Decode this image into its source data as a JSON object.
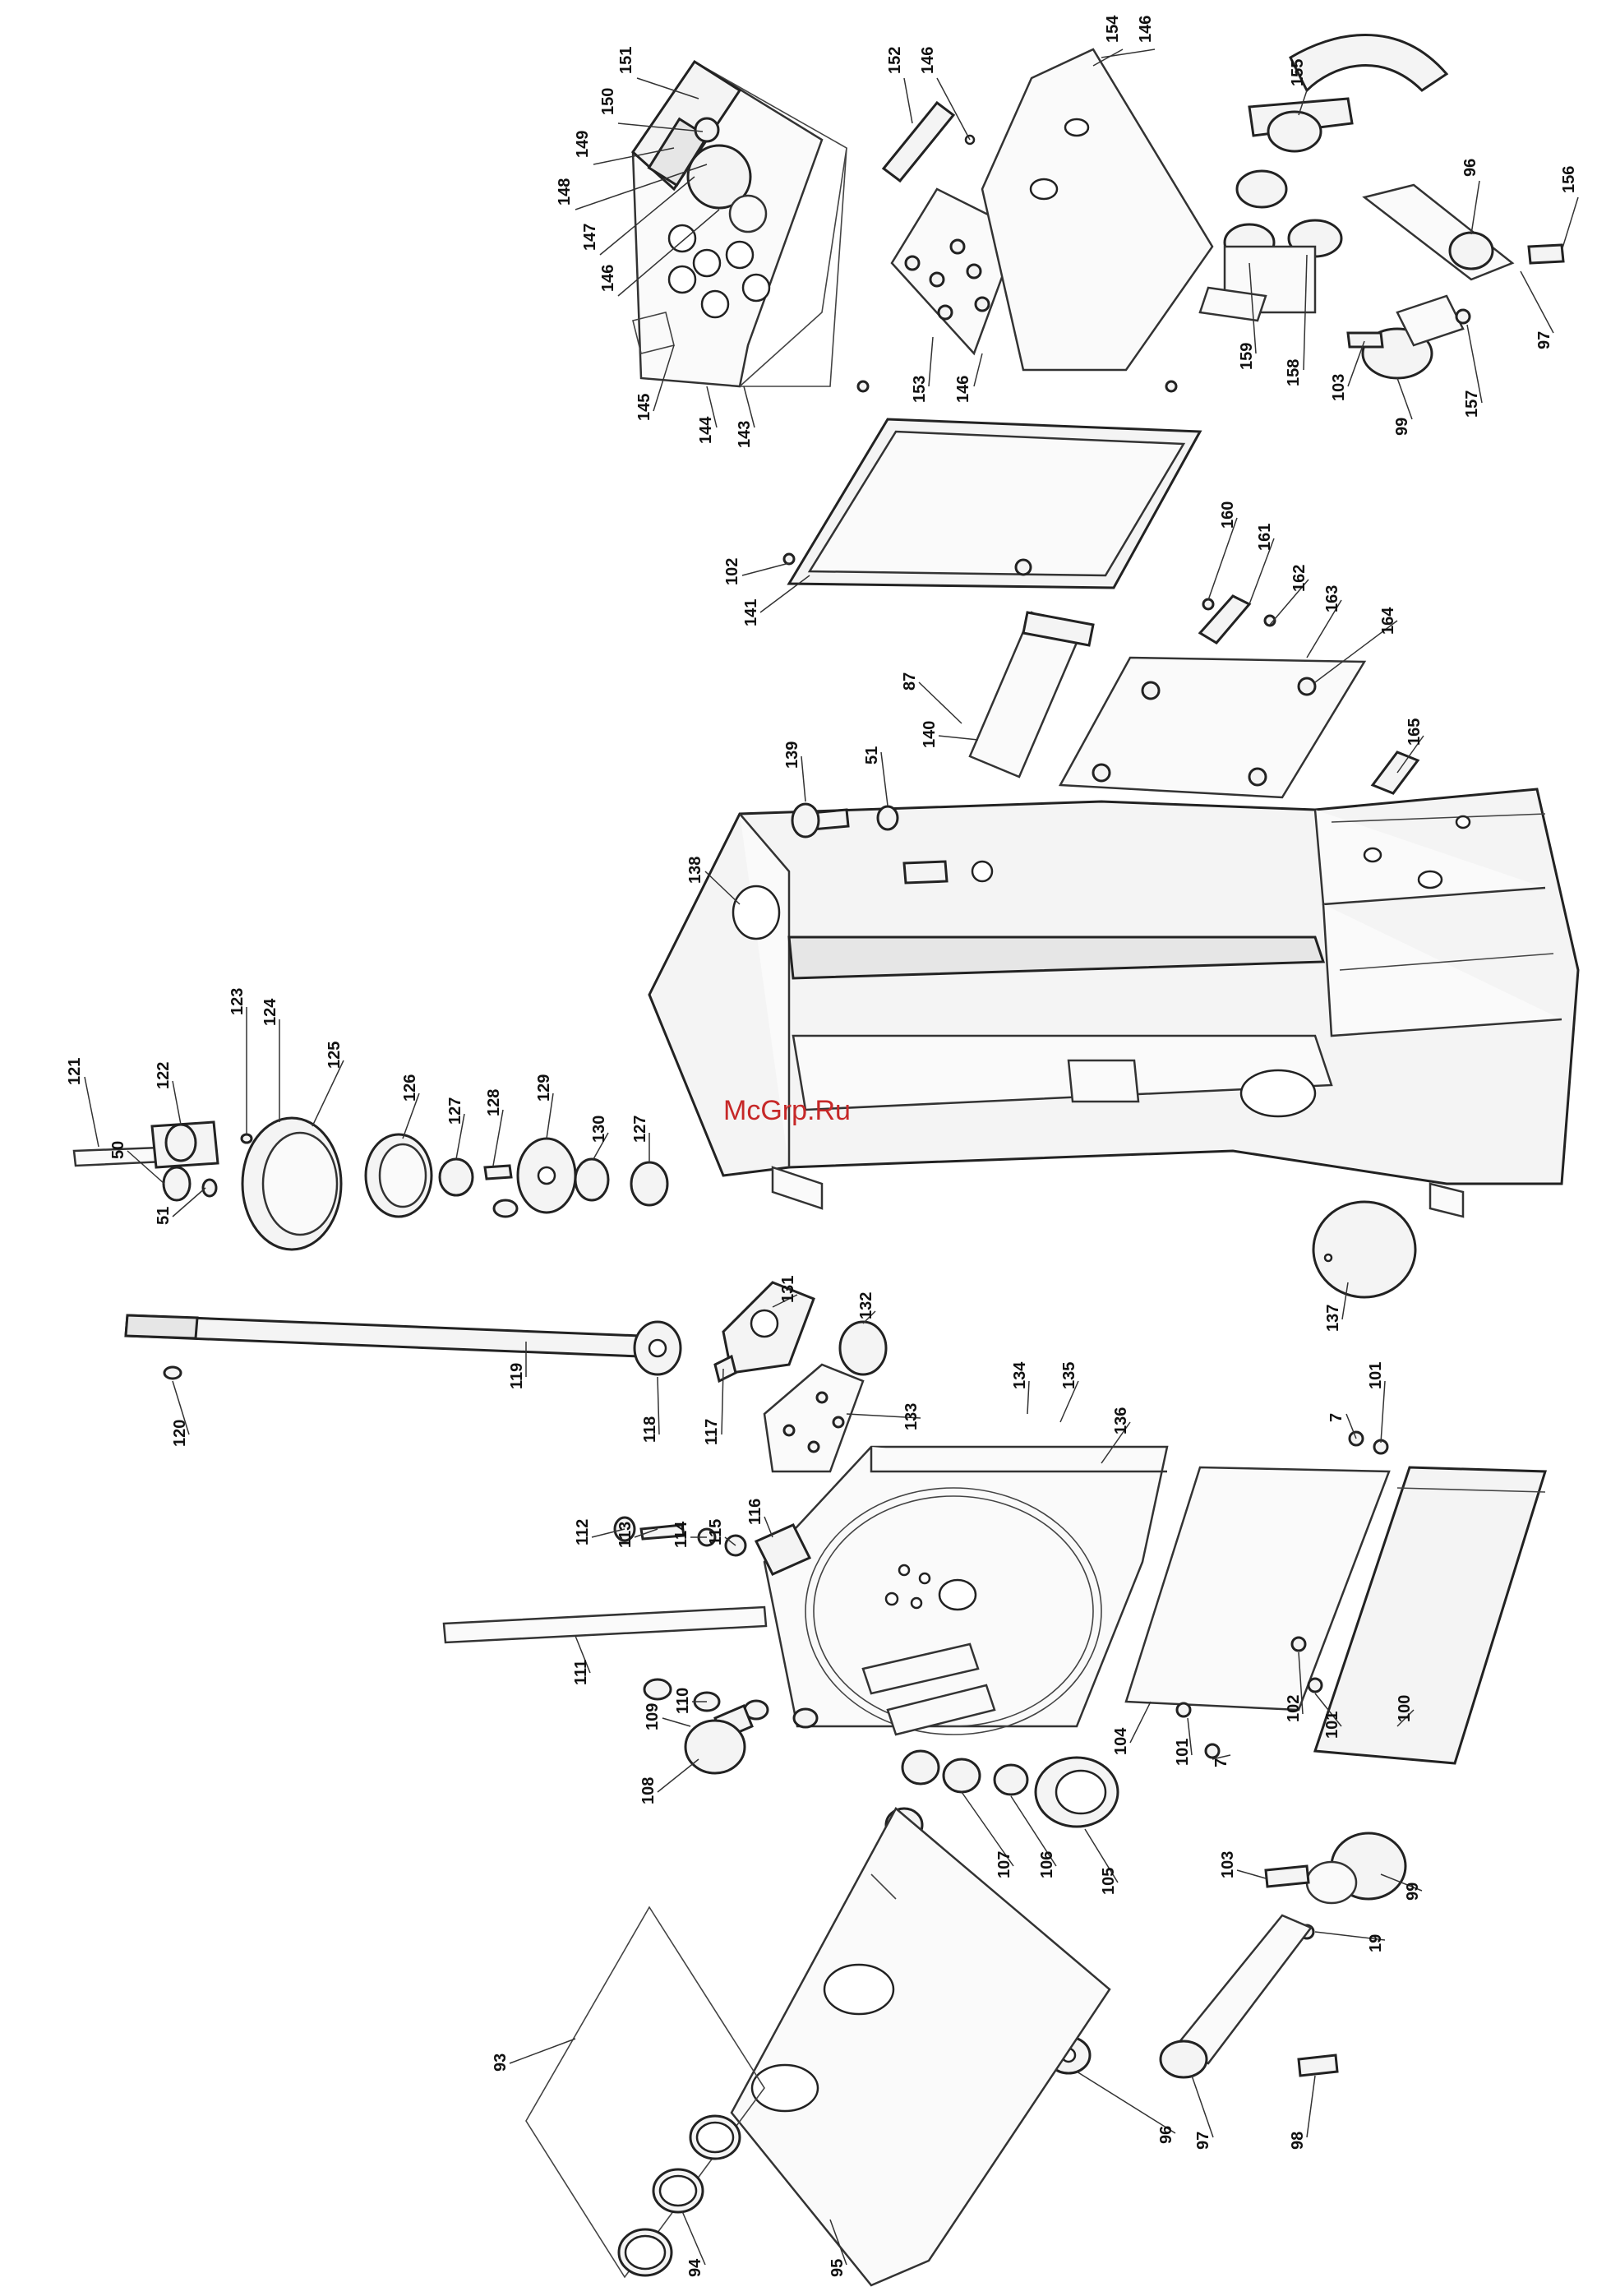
{
  "watermark": "McGrp.Ru",
  "callouts": [
    {
      "id": "c151",
      "text": "151"
    },
    {
      "id": "c150",
      "text": "150"
    },
    {
      "id": "c149",
      "text": "149"
    },
    {
      "id": "c148",
      "text": "148"
    },
    {
      "id": "c147",
      "text": "147"
    },
    {
      "id": "c146a",
      "text": "146"
    },
    {
      "id": "c145",
      "text": "145"
    },
    {
      "id": "c144",
      "text": "144"
    },
    {
      "id": "c143",
      "text": "143"
    },
    {
      "id": "c152",
      "text": "152"
    },
    {
      "id": "c146b",
      "text": "146"
    },
    {
      "id": "c153",
      "text": "153"
    },
    {
      "id": "c146c",
      "text": "146"
    },
    {
      "id": "c154",
      "text": "154"
    },
    {
      "id": "c146d",
      "text": "146"
    },
    {
      "id": "c155",
      "text": "155"
    },
    {
      "id": "c96a",
      "text": "96"
    },
    {
      "id": "c156",
      "text": "156"
    },
    {
      "id": "c97a",
      "text": "97"
    },
    {
      "id": "c157",
      "text": "157"
    },
    {
      "id": "c99a",
      "text": "99"
    },
    {
      "id": "c103a",
      "text": "103"
    },
    {
      "id": "c158",
      "text": "158"
    },
    {
      "id": "c159",
      "text": "159"
    },
    {
      "id": "c102a",
      "text": "102"
    },
    {
      "id": "c141",
      "text": "141"
    },
    {
      "id": "c160",
      "text": "160"
    },
    {
      "id": "c161",
      "text": "161"
    },
    {
      "id": "c162",
      "text": "162"
    },
    {
      "id": "c163",
      "text": "163"
    },
    {
      "id": "c164",
      "text": "164"
    },
    {
      "id": "c87",
      "text": "87"
    },
    {
      "id": "c140",
      "text": "140"
    },
    {
      "id": "c165",
      "text": "165"
    },
    {
      "id": "c139",
      "text": "139"
    },
    {
      "id": "c51a",
      "text": "51"
    },
    {
      "id": "c138",
      "text": "138"
    },
    {
      "id": "c121",
      "text": "121"
    },
    {
      "id": "c122",
      "text": "122"
    },
    {
      "id": "c123",
      "text": "123"
    },
    {
      "id": "c124",
      "text": "124"
    },
    {
      "id": "c125",
      "text": "125"
    },
    {
      "id": "c126",
      "text": "126"
    },
    {
      "id": "c127a",
      "text": "127"
    },
    {
      "id": "c128",
      "text": "128"
    },
    {
      "id": "c129",
      "text": "129"
    },
    {
      "id": "c130",
      "text": "130"
    },
    {
      "id": "c127b",
      "text": "127"
    },
    {
      "id": "c50",
      "text": "50"
    },
    {
      "id": "c51b",
      "text": "51"
    },
    {
      "id": "c137",
      "text": "137"
    },
    {
      "id": "c131",
      "text": "131"
    },
    {
      "id": "c132",
      "text": "132"
    },
    {
      "id": "c119",
      "text": "119"
    },
    {
      "id": "c120",
      "text": "120"
    },
    {
      "id": "c118",
      "text": "118"
    },
    {
      "id": "c117",
      "text": "117"
    },
    {
      "id": "c133",
      "text": "133"
    },
    {
      "id": "c134",
      "text": "134"
    },
    {
      "id": "c135",
      "text": "135"
    },
    {
      "id": "c136",
      "text": "136"
    },
    {
      "id": "c7a",
      "text": "7"
    },
    {
      "id": "c101a",
      "text": "101"
    },
    {
      "id": "c112",
      "text": "112"
    },
    {
      "id": "c113",
      "text": "113"
    },
    {
      "id": "c114",
      "text": "114"
    },
    {
      "id": "c115",
      "text": "115"
    },
    {
      "id": "c116",
      "text": "116"
    },
    {
      "id": "c111",
      "text": "111"
    },
    {
      "id": "c110",
      "text": "110"
    },
    {
      "id": "c109",
      "text": "109"
    },
    {
      "id": "c108",
      "text": "108"
    },
    {
      "id": "c104",
      "text": "104"
    },
    {
      "id": "c102b",
      "text": "102"
    },
    {
      "id": "c101b",
      "text": "101"
    },
    {
      "id": "c100",
      "text": "100"
    },
    {
      "id": "c101c",
      "text": "101"
    },
    {
      "id": "c7b",
      "text": "7"
    },
    {
      "id": "c107",
      "text": "107"
    },
    {
      "id": "c106",
      "text": "106"
    },
    {
      "id": "c105",
      "text": "105"
    },
    {
      "id": "c103b",
      "text": "103"
    },
    {
      "id": "c99b",
      "text": "99"
    },
    {
      "id": "c19",
      "text": "19"
    },
    {
      "id": "c93",
      "text": "93"
    },
    {
      "id": "c94",
      "text": "94"
    },
    {
      "id": "c95",
      "text": "95"
    },
    {
      "id": "c96b",
      "text": "96"
    },
    {
      "id": "c97b",
      "text": "97"
    },
    {
      "id": "c98",
      "text": "98"
    }
  ]
}
